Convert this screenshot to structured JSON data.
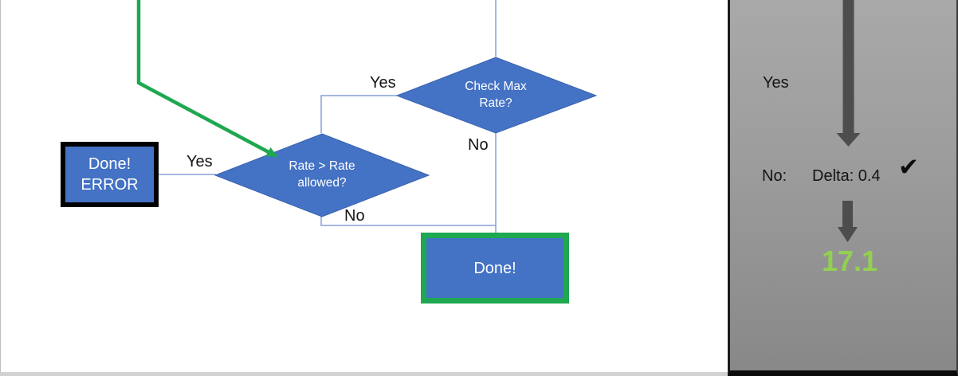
{
  "colors": {
    "shape_blue": "#4472C4",
    "shape_blue_stroke": "#3A62B0",
    "connector_blue": "#85A1D8",
    "flow_green": "#1EA850",
    "result_green": "#92D050",
    "arrow_gray": "#4D4D4D"
  },
  "flowchart": {
    "check_max_diamond": {
      "line1": "Check Max",
      "line2": "Rate?"
    },
    "rate_diamond": {
      "line1": "Rate > Rate",
      "line2": "allowed?"
    },
    "done_error_box": {
      "line1": "Done!",
      "line2": "ERROR"
    },
    "done_box": {
      "label": "Done!"
    },
    "labels": {
      "check_max_yes": "Yes",
      "check_max_no": "No",
      "rate_yes": "Yes",
      "rate_no": "No"
    }
  },
  "panel": {
    "yes_label": "Yes",
    "no_label": "No:",
    "delta_value": "Delta: 0.4",
    "checkmark": "✔",
    "result_value": "17.1"
  }
}
